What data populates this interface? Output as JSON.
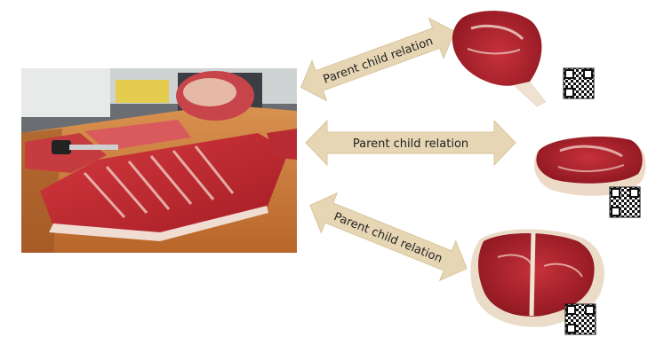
{
  "diagram": {
    "arrows": [
      {
        "label": "Parent child relation"
      },
      {
        "label": "Parent child relation"
      },
      {
        "label": "Parent child relation"
      }
    ],
    "colors": {
      "arrow_fill": "#e6d6b4",
      "arrow_stroke": "#d9c59d",
      "meat_red": "#b8222b",
      "meat_dark": "#7f1219",
      "fat": "#f2e6d8",
      "wood": "#c97a34"
    },
    "icons": {
      "qr": "qr-code-icon"
    }
  }
}
